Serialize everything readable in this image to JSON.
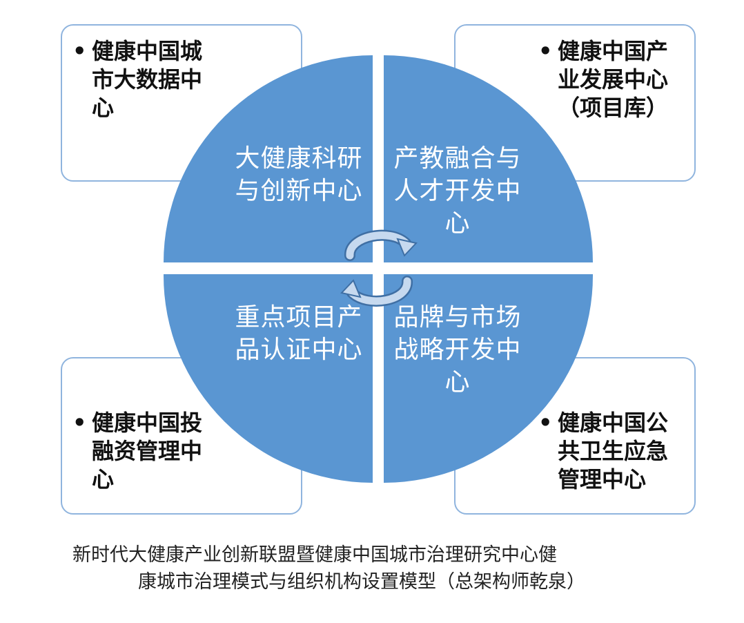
{
  "corners": {
    "top_left": {
      "bullet": "•",
      "text": "健康中国城市大数据中心"
    },
    "top_right": {
      "bullet": "•",
      "text": "健康中国产业发展中心（项目库）"
    },
    "bottom_left": {
      "bullet": "•",
      "text": "健康中国投融资管理中心"
    },
    "bottom_right": {
      "bullet": "•",
      "text": "健康中国公共卫生应急管理中心"
    }
  },
  "quadrants": {
    "top_left": "大健康科研与创新中心",
    "top_right": "产教融合与人才开发中心",
    "bottom_left": "重点项目产品认证中心",
    "bottom_right": "品牌与市场战略开发中心"
  },
  "caption": {
    "line1": "新时代大健康产业创新联盟暨健康中国城市治理研究中心健",
    "line2": "康城市治理模式与组织机构设置模型（总架构师乾泉）"
  },
  "colors": {
    "quadrant_fill": "#5a96d2",
    "box_border": "#8fb4de",
    "arrow_fill": "#c6d9ef"
  },
  "icons": [
    "circular-arrow-top-icon",
    "circular-arrow-bottom-icon"
  ]
}
